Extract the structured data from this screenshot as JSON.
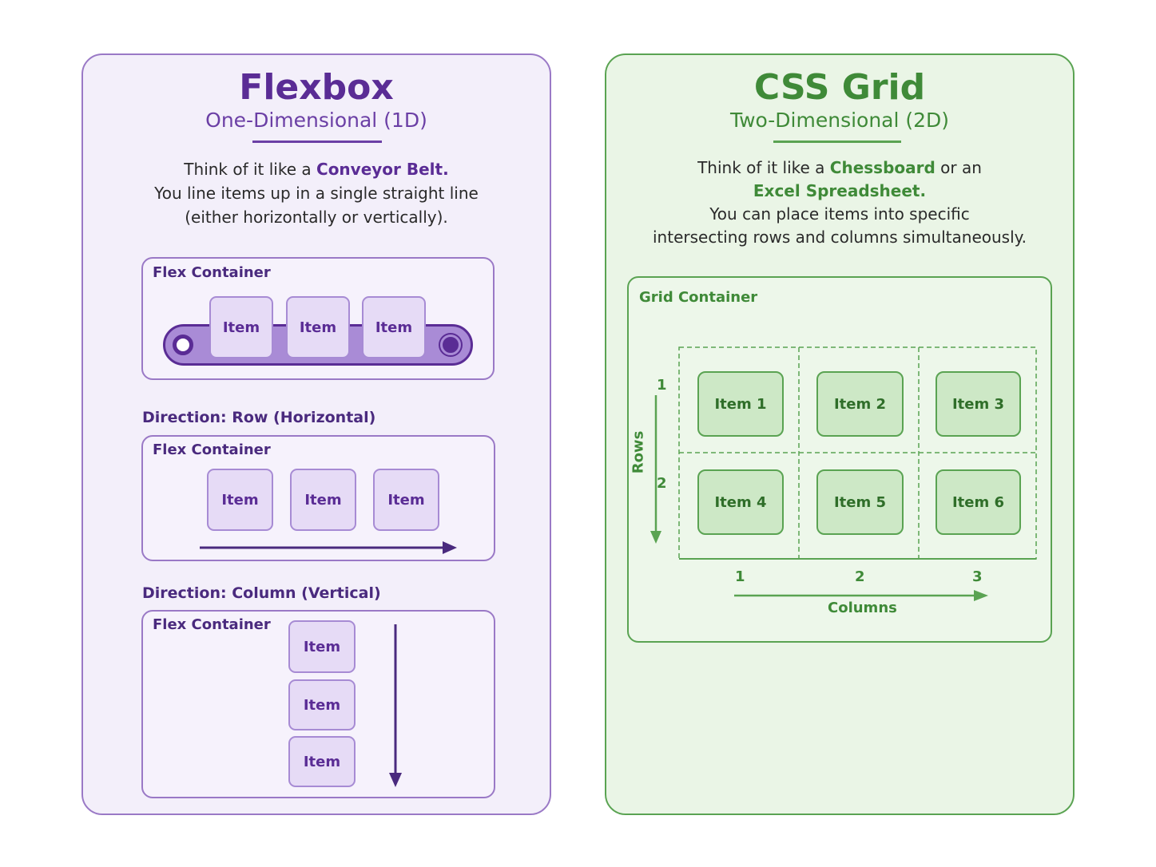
{
  "flexbox": {
    "title": "Flexbox",
    "subtitle": "One-Dimensional (1D)",
    "desc_line1_prefix": "Think of it like a ",
    "desc_line1_emph": "Conveyor Belt.",
    "desc_line2": "You line items up in a single straight line",
    "desc_line3": "(either horizontally or vertically).",
    "belt_container": {
      "label": "Flex Container",
      "items": [
        "Item",
        "Item",
        "Item"
      ]
    },
    "row_section": {
      "heading": "Direction: Row (Horizontal)",
      "label": "Flex Container",
      "items": [
        "Item",
        "Item",
        "Item"
      ]
    },
    "column_section": {
      "heading": "Direction: Column (Vertical)",
      "label": "Flex Container",
      "items": [
        "Item",
        "Item",
        "Item"
      ]
    }
  },
  "grid": {
    "title": "CSS Grid",
    "subtitle": "Two-Dimensional (2D)",
    "desc_line1_prefix": "Think of it like a ",
    "desc_line1_emph": "Chessboard",
    "desc_line1_suffix": " or an",
    "desc_line2_emph": "Excel Spreadsheet.",
    "desc_line3": "You can place items into specific",
    "desc_line4": "intersecting rows and columns simultaneously.",
    "container_label": "Grid Container",
    "items": [
      "Item 1",
      "Item 2",
      "Item 3",
      "Item 4",
      "Item 5",
      "Item 6"
    ],
    "row_numbers": [
      "1",
      "2"
    ],
    "column_numbers": [
      "1",
      "2",
      "3"
    ],
    "rows_label": "Rows",
    "columns_label": "Columns"
  },
  "colors": {
    "flex_accent": "#5a2c95",
    "flex_panel_bg": "#f3effa",
    "grid_accent": "#3f8a38",
    "grid_panel_bg": "#eaf5e6"
  }
}
